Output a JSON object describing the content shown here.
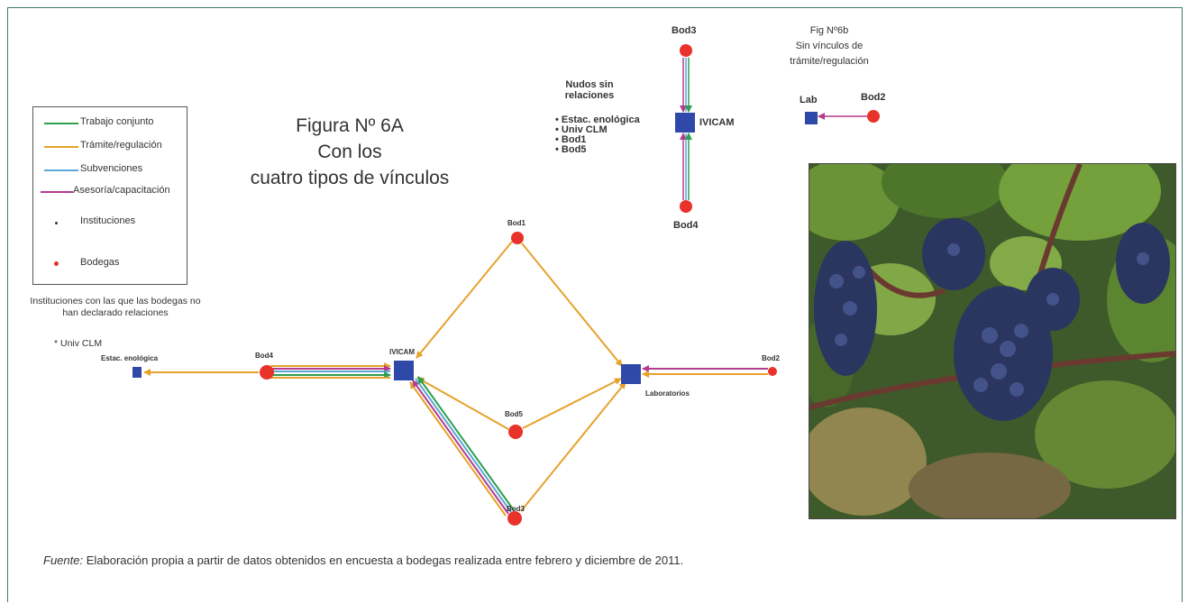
{
  "figure_a": {
    "title_lines": [
      "Figura Nº 6A",
      "Con los",
      "cuatro tipos de vínculos"
    ]
  },
  "legend": {
    "items": [
      {
        "label": "Trabajo conjunto",
        "kind": "line",
        "color": "#2e9e4f"
      },
      {
        "label": "Trámite/regulación",
        "kind": "line",
        "color": "#e6a22a"
      },
      {
        "label": "Subvenciones",
        "kind": "line",
        "color": "#5aa9d6"
      },
      {
        "label": "Asesoría/capacitación",
        "kind": "line",
        "color": "#b43c8c"
      },
      {
        "label": "Instituciones",
        "kind": "dot",
        "color": "#333333"
      },
      {
        "label": "Bodegas",
        "kind": "dot",
        "color": "#e8322a"
      }
    ]
  },
  "unrelated_note": {
    "text": "Instituciones con las que las bodegas no han declarado relaciones",
    "item": "* Univ CLM"
  },
  "nodes_a": {
    "estac": "Estac. enológica",
    "bod4": "Bod4",
    "ivicam": "IVICAM",
    "bod1": "Bod1",
    "bod5": "Bod5",
    "bod3": "Bod3",
    "laboratorios": "Laboratorios",
    "bod2": "Bod2"
  },
  "nodos_sin": {
    "heading": "Nudos sin relaciones",
    "items": [
      "• Estac. enológica",
      "• Univ CLM",
      "• Bod1",
      "• Bod5"
    ]
  },
  "nodes_b": {
    "bod3": "Bod3",
    "ivicam": "IVICAM",
    "bod4": "Bod4"
  },
  "figure_b": {
    "title_lines": [
      "Fig Nº6b",
      "Sin vínculos de",
      "trámite/regulación"
    ],
    "lab": "Lab",
    "bod2": "Bod2"
  },
  "colors": {
    "institution": "#2f49a8",
    "bodega": "#e8322a",
    "frame": "#3d7a6e"
  },
  "photo": {
    "subject": "grape-cluster-photo"
  },
  "caption": {
    "label": "Fuente:",
    "text": " Elaboración propia a partir de datos obtenidos en encuesta a bodegas realizada entre febrero y diciembre de 2011."
  }
}
